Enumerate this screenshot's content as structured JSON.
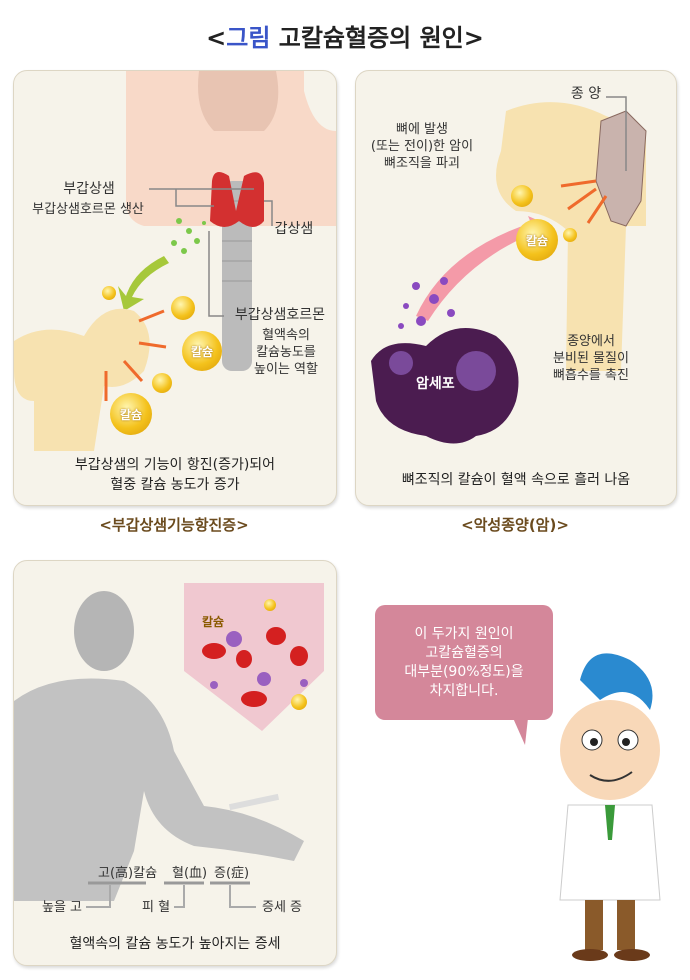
{
  "title": {
    "open": "<",
    "highlight": "그림",
    "rest": " 고칼슘혈증의 원인",
    "close": ">"
  },
  "panel1": {
    "parathyroid": "부갑상샘",
    "parathyroid_desc": "부갑상샘호르몬 생산",
    "thyroid": "갑상샘",
    "hormone": "부갑상샘호르몬",
    "hormone_desc": [
      "혈액속의",
      "칼슘농도를",
      "높이는 역할"
    ],
    "calcium": "칼슘",
    "caption": [
      "부갑상샘의 기능이 항진(증가)되어",
      "혈중 칼슘 농도가 증가"
    ],
    "subtitle": "<부갑상샘기능항진증>"
  },
  "panel2": {
    "tumor": "종 양",
    "bone_cancer": [
      "뼈에 발생",
      "(또는 전이)한 암이",
      "뼈조직을 파괴"
    ],
    "calcium": "칼슘",
    "cancer_cell": "암세포",
    "secretion": [
      "종양에서",
      "분비된 물질이",
      "뼈흡수를 촉진"
    ],
    "caption": "뼈조직의 칼슘이 혈액 속으로 흘러 나옴",
    "subtitle": "<악성종양(암)>"
  },
  "panel3": {
    "calcium": "칼슘",
    "term": {
      "go": "고(高)칼슘",
      "hyeol": "혈(血)",
      "jeung": "증(症)"
    },
    "meaning": {
      "go": "높을 고",
      "hyeol": "피 혈",
      "jeung": "증세 증"
    },
    "caption": "혈액속의 칼슘 농도가 높아지는 증세"
  },
  "bubble": [
    "이 두가지 원인이",
    "고칼슘혈증의",
    "대부분(90%정도)을",
    "차지합니다."
  ]
}
